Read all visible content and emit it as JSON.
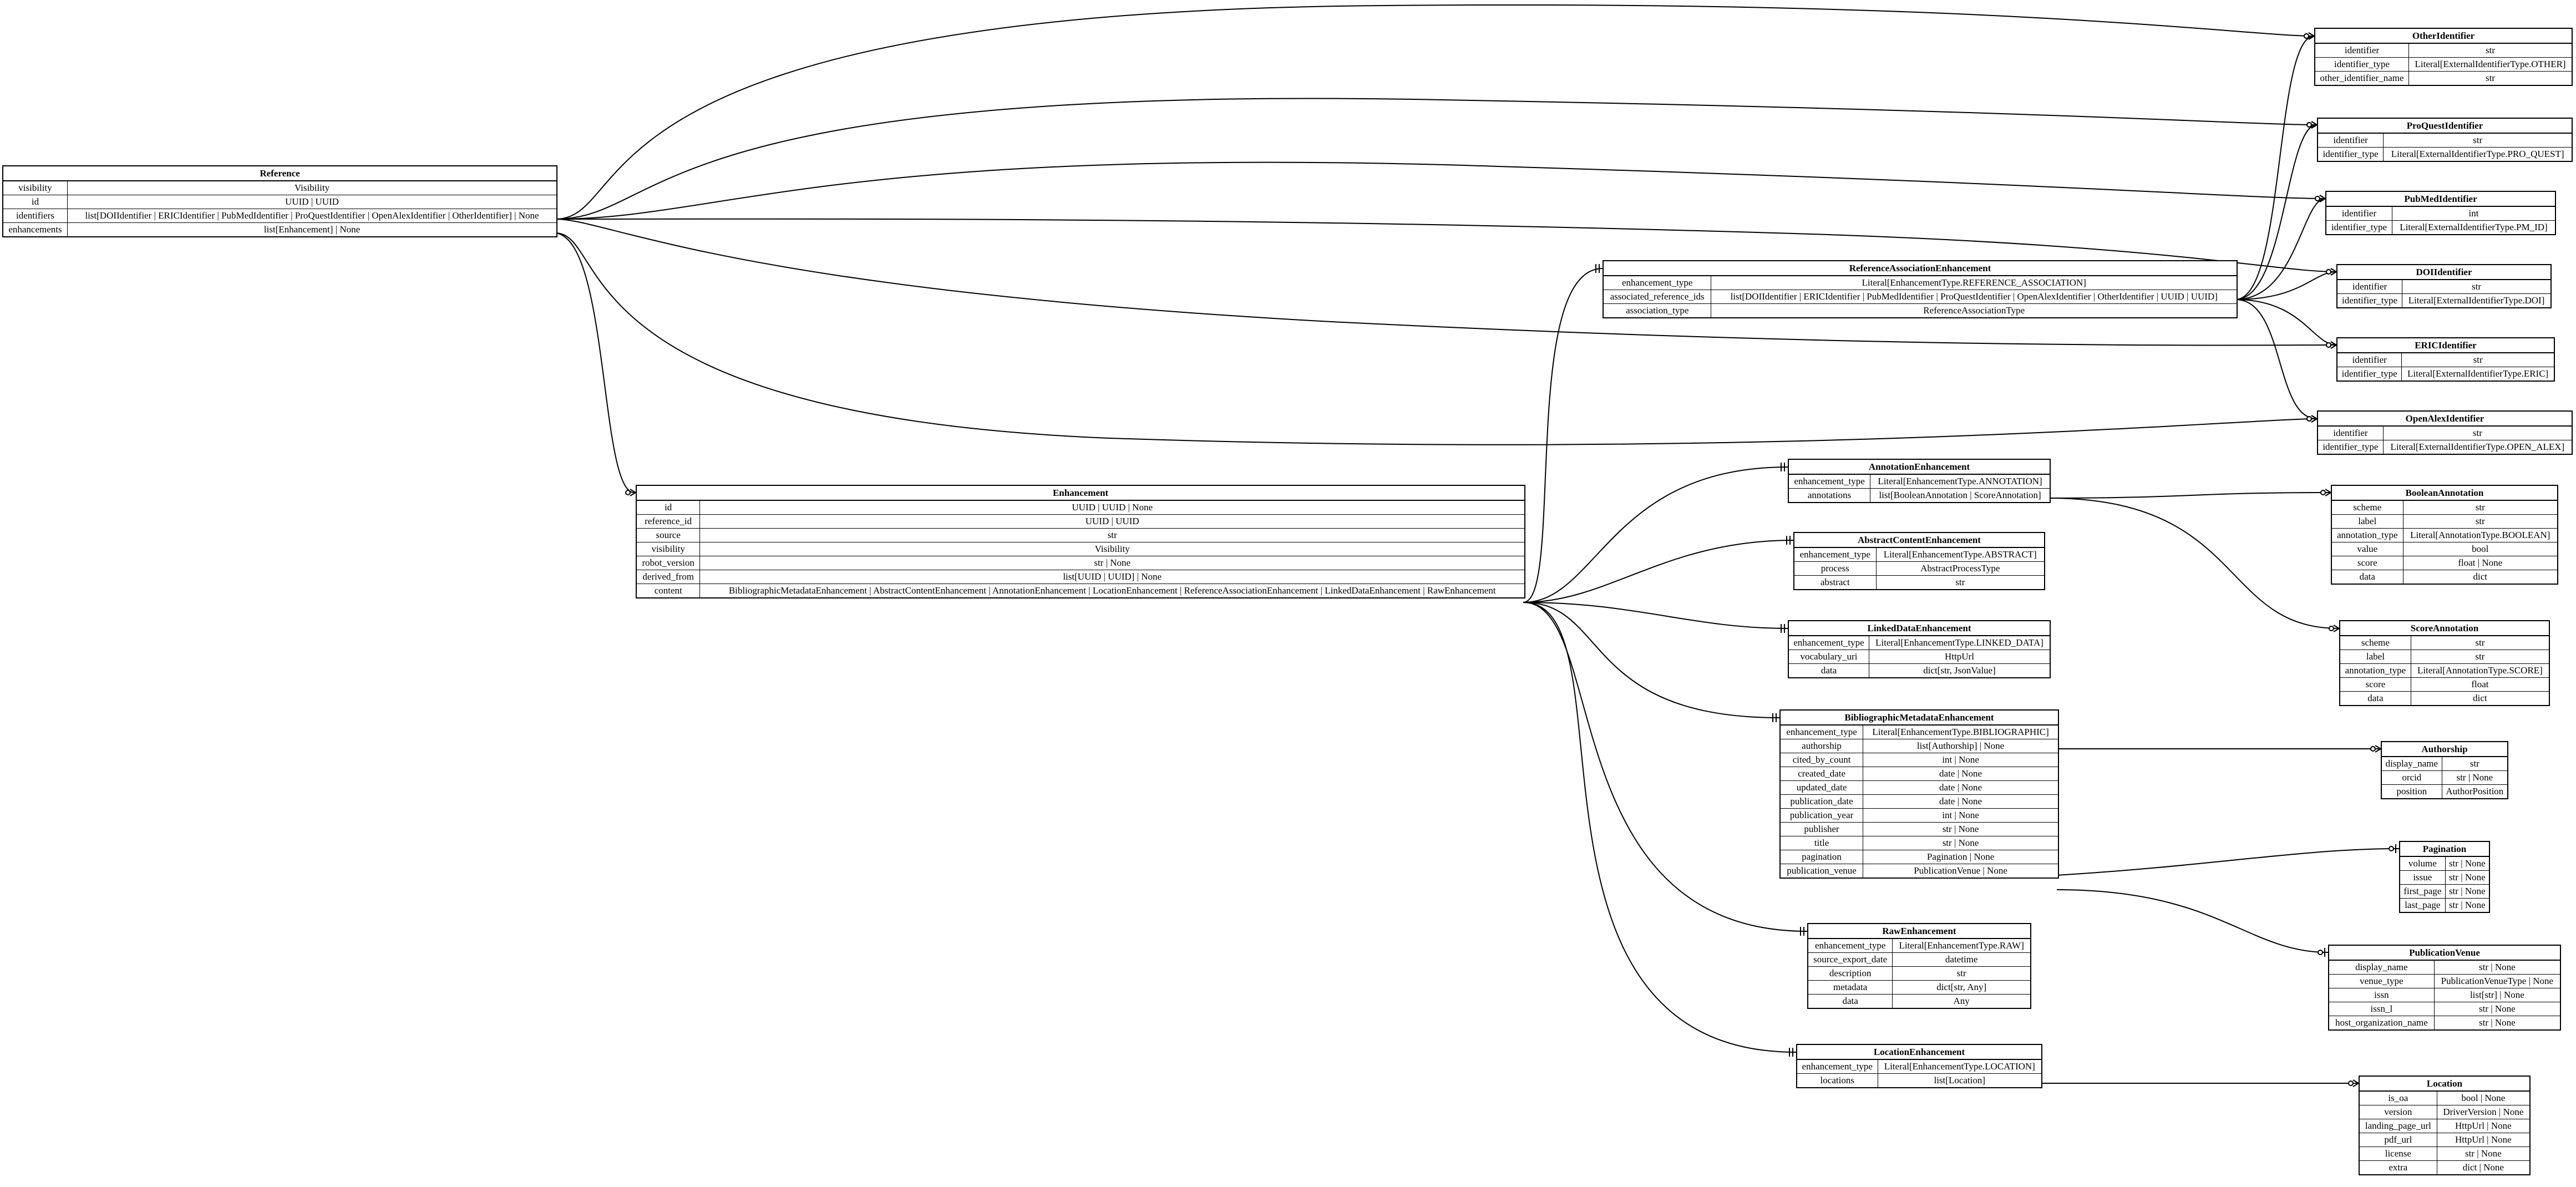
{
  "entities": [
    {
      "id": "Reference",
      "name": "Reference",
      "fields": [
        [
          "visibility",
          "Visibility"
        ],
        [
          "id",
          "UUID | UUID"
        ],
        [
          "identifiers",
          "list[DOIIdentifier | ERICIdentifier | PubMedIdentifier | ProQuestIdentifier | OpenAlexIdentifier | OtherIdentifier] | None"
        ],
        [
          "enhancements",
          "list[Enhancement] | None"
        ]
      ]
    },
    {
      "id": "OtherIdentifier",
      "name": "OtherIdentifier",
      "fields": [
        [
          "identifier",
          "str"
        ],
        [
          "identifier_type",
          "Literal[ExternalIdentifierType.OTHER]"
        ],
        [
          "other_identifier_name",
          "str"
        ]
      ]
    },
    {
      "id": "ProQuestIdentifier",
      "name": "ProQuestIdentifier",
      "fields": [
        [
          "identifier",
          "str"
        ],
        [
          "identifier_type",
          "Literal[ExternalIdentifierType.PRO_QUEST]"
        ]
      ]
    },
    {
      "id": "PubMedIdentifier",
      "name": "PubMedIdentifier",
      "fields": [
        [
          "identifier",
          "int"
        ],
        [
          "identifier_type",
          "Literal[ExternalIdentifierType.PM_ID]"
        ]
      ]
    },
    {
      "id": "DOIIdentifier",
      "name": "DOIIdentifier",
      "fields": [
        [
          "identifier",
          "str"
        ],
        [
          "identifier_type",
          "Literal[ExternalIdentifierType.DOI]"
        ]
      ]
    },
    {
      "id": "ERICIdentifier",
      "name": "ERICIdentifier",
      "fields": [
        [
          "identifier",
          "str"
        ],
        [
          "identifier_type",
          "Literal[ExternalIdentifierType.ERIC]"
        ]
      ]
    },
    {
      "id": "OpenAlexIdentifier",
      "name": "OpenAlexIdentifier",
      "fields": [
        [
          "identifier",
          "str"
        ],
        [
          "identifier_type",
          "Literal[ExternalIdentifierType.OPEN_ALEX]"
        ]
      ]
    },
    {
      "id": "ReferenceAssociationEnhancement",
      "name": "ReferenceAssociationEnhancement",
      "fields": [
        [
          "enhancement_type",
          "Literal[EnhancementType.REFERENCE_ASSOCIATION]"
        ],
        [
          "associated_reference_ids",
          "list[DOIIdentifier | ERICIdentifier | PubMedIdentifier | ProQuestIdentifier | OpenAlexIdentifier | OtherIdentifier | UUID | UUID]"
        ],
        [
          "association_type",
          "ReferenceAssociationType"
        ]
      ]
    },
    {
      "id": "Enhancement",
      "name": "Enhancement",
      "fields": [
        [
          "id",
          "UUID | UUID | None"
        ],
        [
          "reference_id",
          "UUID | UUID"
        ],
        [
          "source",
          "str"
        ],
        [
          "visibility",
          "Visibility"
        ],
        [
          "robot_version",
          "str | None"
        ],
        [
          "derived_from",
          "list[UUID | UUID] | None"
        ],
        [
          "content",
          "BibliographicMetadataEnhancement | AbstractContentEnhancement | AnnotationEnhancement | LocationEnhancement | ReferenceAssociationEnhancement | LinkedDataEnhancement | RawEnhancement"
        ]
      ]
    },
    {
      "id": "AnnotationEnhancement",
      "name": "AnnotationEnhancement",
      "fields": [
        [
          "enhancement_type",
          "Literal[EnhancementType.ANNOTATION]"
        ],
        [
          "annotations",
          "list[BooleanAnnotation | ScoreAnnotation]"
        ]
      ]
    },
    {
      "id": "AbstractContentEnhancement",
      "name": "AbstractContentEnhancement",
      "fields": [
        [
          "enhancement_type",
          "Literal[EnhancementType.ABSTRACT]"
        ],
        [
          "process",
          "AbstractProcessType"
        ],
        [
          "abstract",
          "str"
        ]
      ]
    },
    {
      "id": "LinkedDataEnhancement",
      "name": "LinkedDataEnhancement",
      "fields": [
        [
          "enhancement_type",
          "Literal[EnhancementType.LINKED_DATA]"
        ],
        [
          "vocabulary_uri",
          "HttpUrl"
        ],
        [
          "data",
          "dict[str, JsonValue]"
        ]
      ]
    },
    {
      "id": "BibliographicMetadataEnhancement",
      "name": "BibliographicMetadataEnhancement",
      "fields": [
        [
          "enhancement_type",
          "Literal[EnhancementType.BIBLIOGRAPHIC]"
        ],
        [
          "authorship",
          "list[Authorship] | None"
        ],
        [
          "cited_by_count",
          "int | None"
        ],
        [
          "created_date",
          "date | None"
        ],
        [
          "updated_date",
          "date | None"
        ],
        [
          "publication_date",
          "date | None"
        ],
        [
          "publication_year",
          "int | None"
        ],
        [
          "publisher",
          "str | None"
        ],
        [
          "title",
          "str | None"
        ],
        [
          "pagination",
          "Pagination | None"
        ],
        [
          "publication_venue",
          "PublicationVenue | None"
        ]
      ]
    },
    {
      "id": "RawEnhancement",
      "name": "RawEnhancement",
      "fields": [
        [
          "enhancement_type",
          "Literal[EnhancementType.RAW]"
        ],
        [
          "source_export_date",
          "datetime"
        ],
        [
          "description",
          "str"
        ],
        [
          "metadata",
          "dict[str, Any]"
        ],
        [
          "data",
          "Any"
        ]
      ]
    },
    {
      "id": "LocationEnhancement",
      "name": "LocationEnhancement",
      "fields": [
        [
          "enhancement_type",
          "Literal[EnhancementType.LOCATION]"
        ],
        [
          "locations",
          "list[Location]"
        ]
      ]
    },
    {
      "id": "BooleanAnnotation",
      "name": "BooleanAnnotation",
      "fields": [
        [
          "scheme",
          "str"
        ],
        [
          "label",
          "str"
        ],
        [
          "annotation_type",
          "Literal[AnnotationType.BOOLEAN]"
        ],
        [
          "value",
          "bool"
        ],
        [
          "score",
          "float | None"
        ],
        [
          "data",
          "dict"
        ]
      ]
    },
    {
      "id": "ScoreAnnotation",
      "name": "ScoreAnnotation",
      "fields": [
        [
          "scheme",
          "str"
        ],
        [
          "label",
          "str"
        ],
        [
          "annotation_type",
          "Literal[AnnotationType.SCORE]"
        ],
        [
          "score",
          "float"
        ],
        [
          "data",
          "dict"
        ]
      ]
    },
    {
      "id": "Authorship",
      "name": "Authorship",
      "fields": [
        [
          "display_name",
          "str"
        ],
        [
          "orcid",
          "str | None"
        ],
        [
          "position",
          "AuthorPosition"
        ]
      ]
    },
    {
      "id": "Pagination",
      "name": "Pagination",
      "fields": [
        [
          "volume",
          "str | None"
        ],
        [
          "issue",
          "str | None"
        ],
        [
          "first_page",
          "str | None"
        ],
        [
          "last_page",
          "str | None"
        ]
      ]
    },
    {
      "id": "PublicationVenue",
      "name": "PublicationVenue",
      "fields": [
        [
          "display_name",
          "str | None"
        ],
        [
          "venue_type",
          "PublicationVenueType | None"
        ],
        [
          "issn",
          "list[str] | None"
        ],
        [
          "issn_l",
          "str | None"
        ],
        [
          "host_organization_name",
          "str | None"
        ]
      ]
    },
    {
      "id": "Location",
      "name": "Location",
      "fields": [
        [
          "is_oa",
          "bool | None"
        ],
        [
          "version",
          "DriverVersion | None"
        ],
        [
          "landing_page_url",
          "HttpUrl | None"
        ],
        [
          "pdf_url",
          "HttpUrl | None"
        ],
        [
          "license",
          "str | None"
        ],
        [
          "extra",
          "dict | None"
        ]
      ]
    }
  ]
}
